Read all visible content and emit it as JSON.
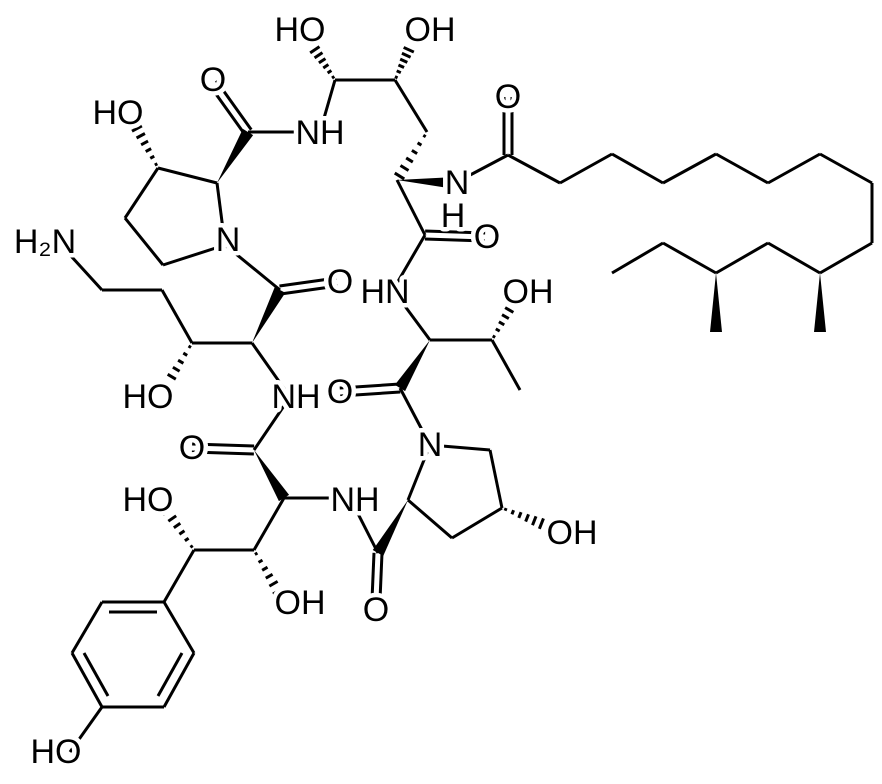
{
  "structure": {
    "bond_color": "#000000",
    "background": "#ffffff",
    "atom_labels": [
      "HO",
      "OH",
      "O",
      "HO",
      "NH",
      "O",
      "N",
      "H",
      "O",
      "H₂N",
      "N",
      "O",
      "HN",
      "OH",
      "HO",
      "NH",
      "O",
      "O",
      "N",
      "HO",
      "NH",
      "OH",
      "OH",
      "O",
      "HO"
    ]
  }
}
